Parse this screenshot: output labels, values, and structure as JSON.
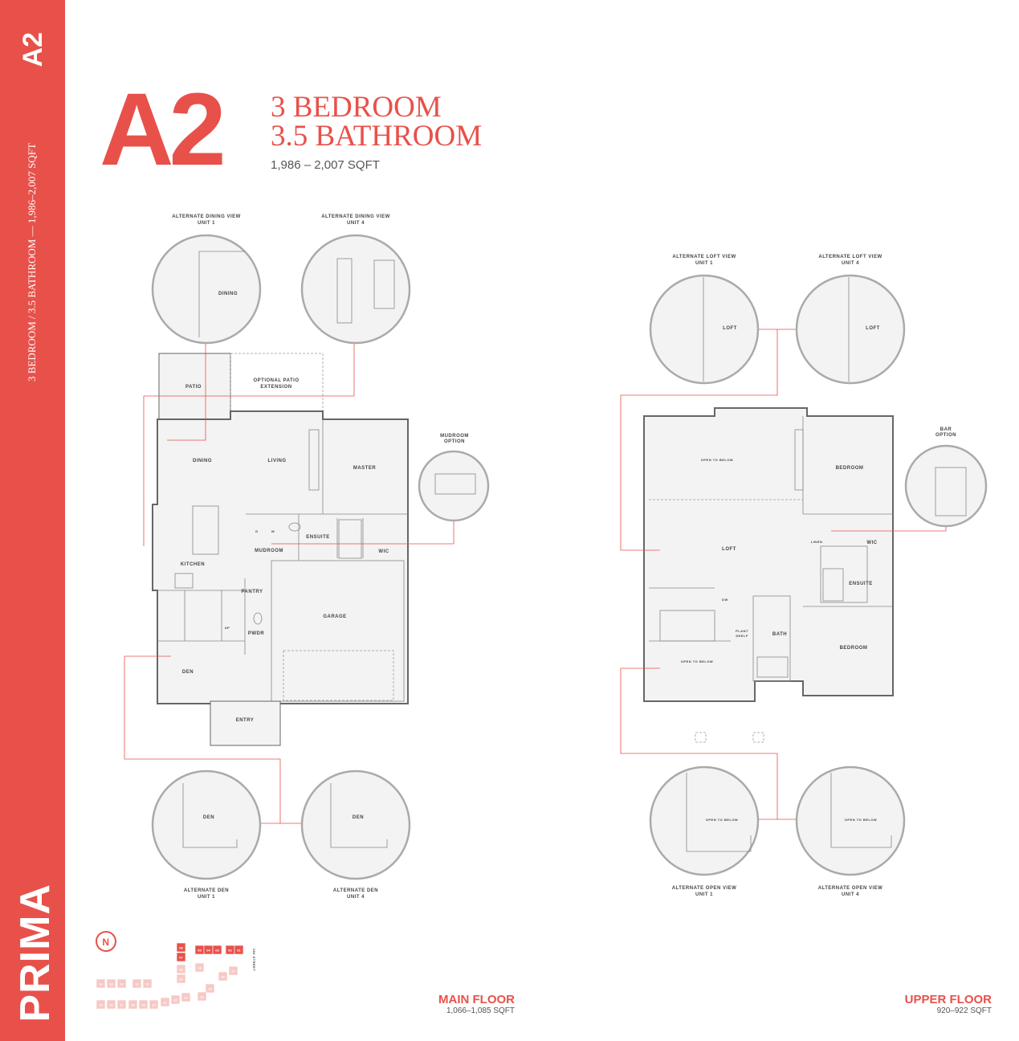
{
  "sidebar": {
    "code": "A2",
    "description": "3 BEDROOM / 3.5 BATHROOM  —  1,986–2,007 SQFT",
    "brand": "PRIMA"
  },
  "header": {
    "code": "A2",
    "bedrooms": "3 BEDROOM",
    "bathrooms": "3.5 BATHROOM",
    "sqft": "1,986 – 2,007 SQFT"
  },
  "accent_color": "#E8514A",
  "main_floor": {
    "title": "MAIN FLOOR",
    "sqft": "1,066–1,085 SQFT",
    "rooms": {
      "patio": "PATIO",
      "optional_patio": "OPTIONAL PATIO",
      "optional_patio2": "EXTENSION",
      "dining": "DINING",
      "living": "LIVING",
      "master": "MASTER",
      "kitchen": "KITCHEN",
      "mudroom": "MUDROOM",
      "ensuite": "ENSUITE",
      "wic": "WIC",
      "pantry": "PANTRY",
      "pwdr": "PWDR",
      "garage": "GARAGE",
      "den": "DEN",
      "entry": "ENTRY",
      "up": "UP",
      "d": "D",
      "w": "W"
    },
    "callouts": {
      "alt_dining_1": {
        "title": "ALTERNATE DINING VIEW",
        "unit": "UNIT 1",
        "room": "DINING"
      },
      "alt_dining_4": {
        "title": "ALTERNATE DINING VIEW",
        "unit": "UNIT 4"
      },
      "mudroom": {
        "title": "MUDROOM",
        "sub": "OPTION"
      },
      "alt_den_1": {
        "title": "ALTERNATE DEN",
        "unit": "UNIT 1",
        "room": "DEN"
      },
      "alt_den_4": {
        "title": "ALTERNATE DEN",
        "unit": "UNIT 4",
        "room": "DEN"
      }
    }
  },
  "upper_floor": {
    "title": "UPPER FLOOR",
    "sqft": "920–922 SQFT",
    "rooms": {
      "open_top": "OPEN TO BELOW",
      "bedroom1": "BEDROOM",
      "loft": "LOFT",
      "linen": "LINEN",
      "wic": "WIC",
      "ensuite": "ENSUITE",
      "dw": "DW",
      "plant": "PLANT",
      "shelf": "SHELF",
      "bath": "BATH",
      "bedroom2": "BEDROOM",
      "open_bottom": "OPEN TO BELOW"
    },
    "callouts": {
      "alt_loft_1": {
        "title": "ALTERNATE LOFT VIEW",
        "unit": "UNIT 1",
        "room": "LOFT"
      },
      "alt_loft_4": {
        "title": "ALTERNATE LOFT VIEW",
        "unit": "UNIT 4",
        "room": "LOFT"
      },
      "bar": {
        "title": "BAR",
        "sub": "OPTION"
      },
      "alt_open_1": {
        "title": "ALTERNATE OPEN VIEW",
        "unit": "UNIT 1",
        "room": "OPEN TO BELOW"
      },
      "alt_open_4": {
        "title": "ALTERNATE OPEN VIEW",
        "unit": "UNIT 4",
        "room": "OPEN TO BELOW"
      }
    }
  },
  "site_plan": {
    "north_label": "N",
    "street": "160 STREET",
    "highlighted_units": [
      "08",
      "07",
      "05",
      "04",
      "03",
      "02",
      "01"
    ],
    "other_units": [
      "06",
      "09",
      "28",
      "27",
      "26",
      "14",
      "13",
      "12",
      "11",
      "10",
      "25",
      "24",
      "15",
      "16",
      "17",
      "18",
      "19",
      "20",
      "21",
      "22",
      "23"
    ]
  }
}
